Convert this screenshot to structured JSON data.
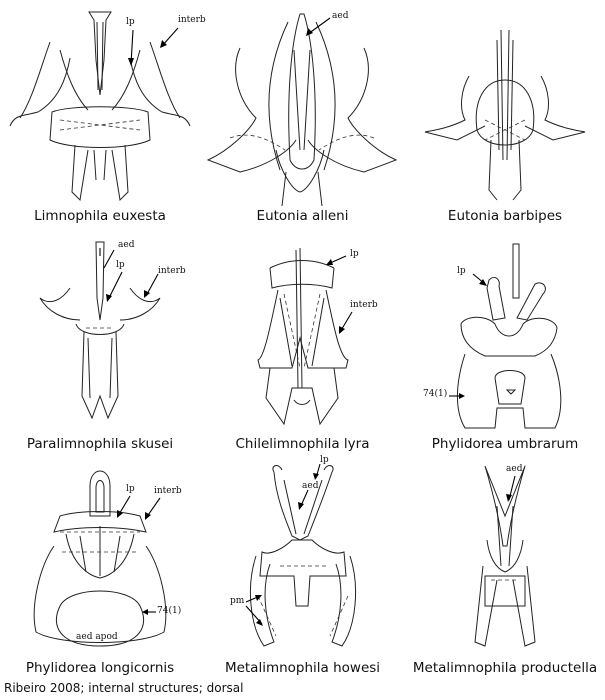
{
  "panels": [
    {
      "species": "Limnophila euxesta",
      "labels": {
        "lp": "lp",
        "interb": "interb"
      }
    },
    {
      "species": "Eutonia alleni",
      "labels": {
        "aed": "aed"
      }
    },
    {
      "species": "Eutonia barbipes",
      "labels": {}
    },
    {
      "species": "Paralimnophila skusei",
      "labels": {
        "aed": "aed",
        "lp": "lp",
        "interb": "interb"
      }
    },
    {
      "species": "Chilelimnophila lyra",
      "labels": {
        "lp": "lp",
        "interb": "interb"
      }
    },
    {
      "species": "Phylidorea umbrarum",
      "labels": {
        "lp": "lp",
        "n74": "74(1)"
      }
    },
    {
      "species": "Phylidorea longicornis",
      "labels": {
        "lp": "lp",
        "interb": "interb",
        "n74": "74(1)",
        "aedapod": "aed apod"
      }
    },
    {
      "species": "Metalimnophila howesi",
      "labels": {
        "lp": "lp",
        "aed": "aed",
        "pm": "pm"
      }
    },
    {
      "species": "Metalimnophila productella",
      "labels": {
        "aed": "aed"
      }
    }
  ],
  "credit": "Ribeiro 2008; internal structures; dorsal"
}
